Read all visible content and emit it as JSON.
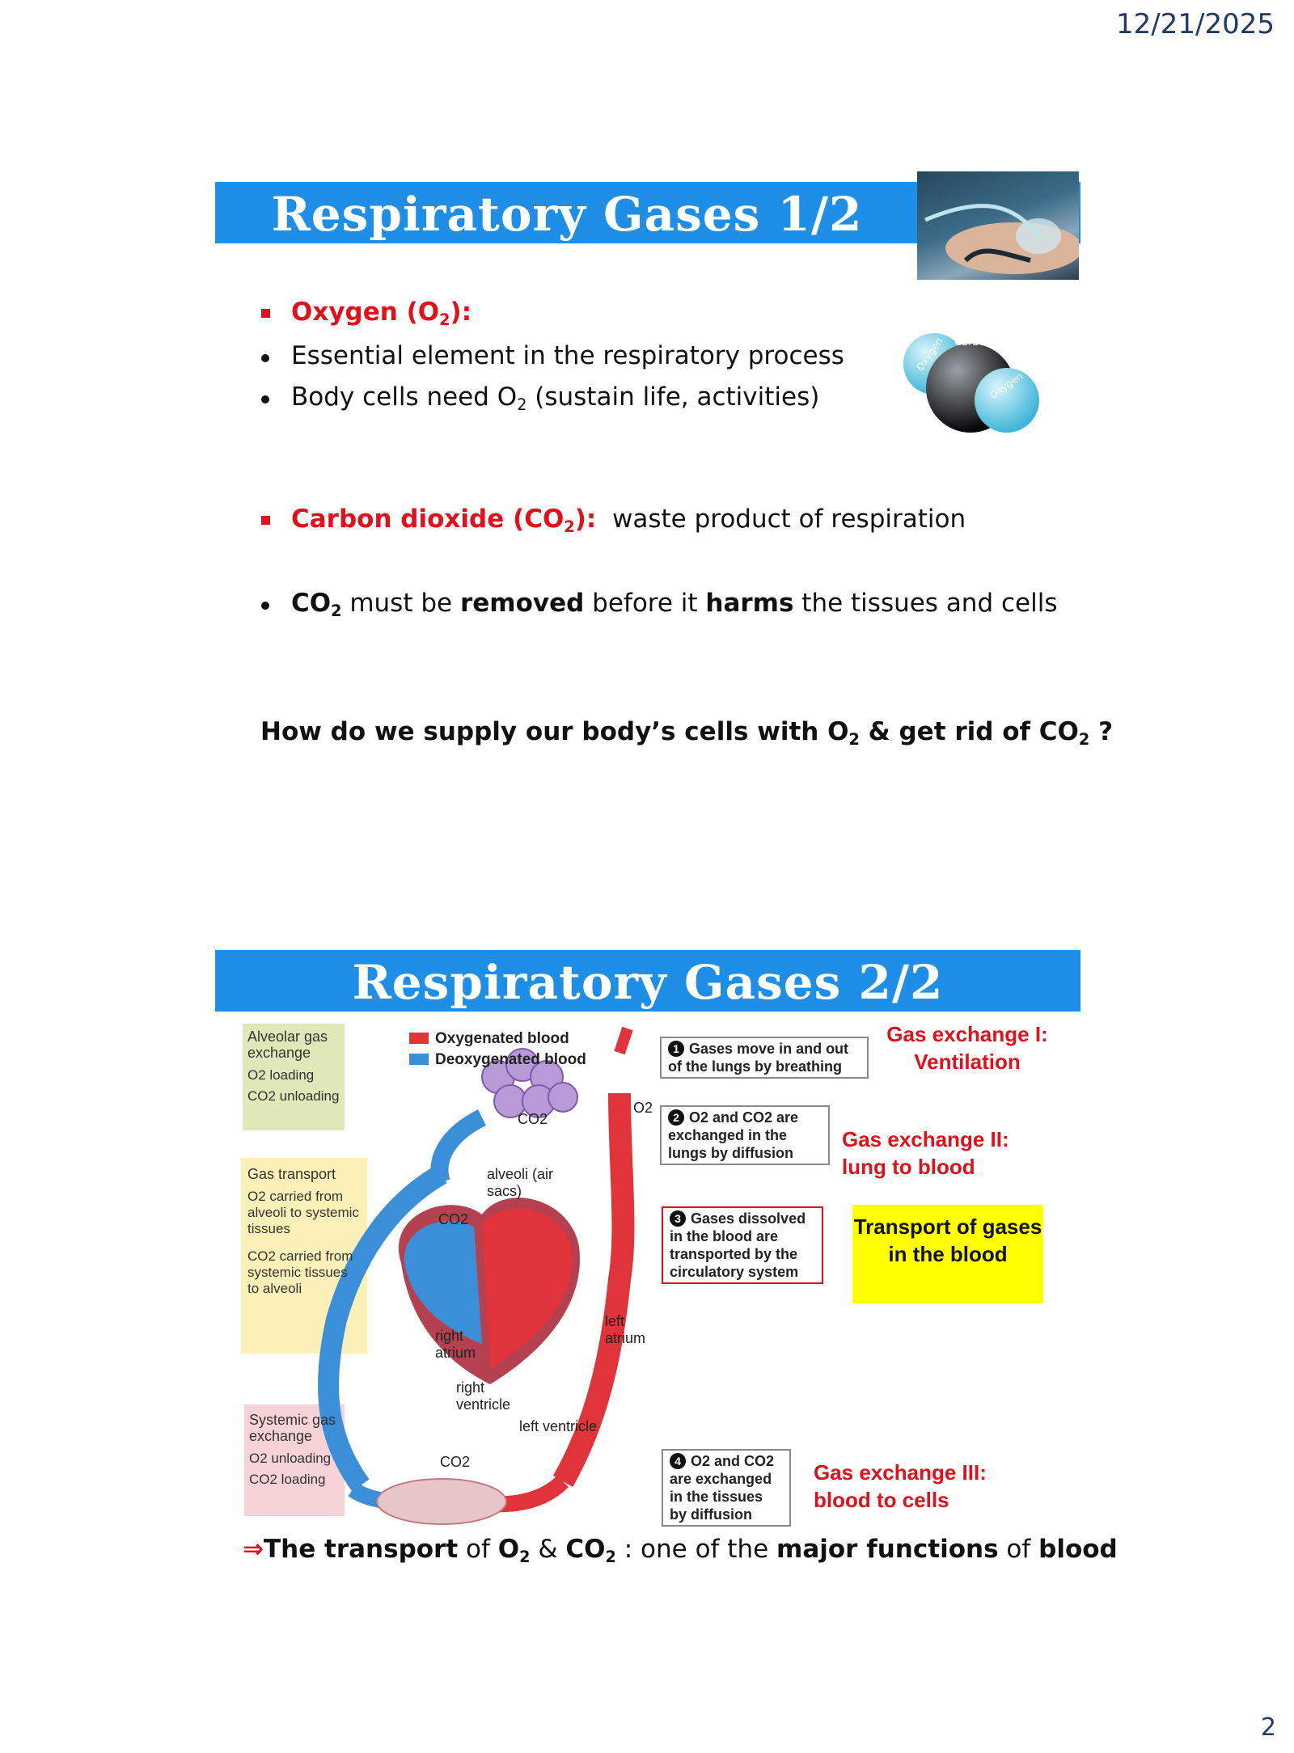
{
  "header": {
    "date": "12/21/2025"
  },
  "footer": {
    "page_number": "2"
  },
  "slide1": {
    "title": "Respiratory  Gases 1/2",
    "oxygen_heading": "Oxygen (O",
    "oxygen_heading_sub": "2",
    "oxygen_heading_end": "):",
    "oxygen_points": [
      "Essential element in the respiratory process",
      "Body cells need O",
      "2",
      " (sustain life, activities)"
    ],
    "molecule_labels": [
      "Oxygen",
      "Carbon",
      "Oxygen"
    ],
    "co2_heading": "Carbon dioxide (CO",
    "co2_heading_sub": "2",
    "co2_heading_end": "):",
    "co2_desc": "waste product of respiration",
    "co2_point": {
      "a": "CO",
      "a_sub": "2",
      "b": " must be ",
      "c": "removed",
      "d": " before it ",
      "e": "harms",
      "f": " the tissues and cells"
    },
    "question": {
      "a": "How do we supply our body’s cells with O",
      "a_sub": "2",
      "b": "  & get rid of CO",
      "b_sub": "2",
      "c": " ?"
    }
  },
  "slide2": {
    "title": "Respiratory  Gases 2/2",
    "sidebar": {
      "alveolar": {
        "heading": "Alveolar gas exchange",
        "items": [
          "O2 loading",
          "CO2 unloading"
        ]
      },
      "transport": {
        "heading": "Gas transport",
        "items": [
          "O2 carried from alveoli to systemic tissues",
          "CO2 carried from systemic tissues to alveoli"
        ]
      },
      "systemic": {
        "heading": "Systemic gas exchange",
        "items": [
          "O2 unloading",
          "CO2 loading"
        ]
      }
    },
    "legend": {
      "oxygenated": "Oxygenated blood",
      "deoxygenated": "Deoxygenated blood"
    },
    "colors": {
      "oxygenated": "#e0333a",
      "deoxygenated": "#3b8fd8",
      "accent": "#1e8ee6",
      "highlight": "#ffff00"
    },
    "heart_labels": {
      "alveoli": "alveoli (air sacs)",
      "right_atrium": "right atrium",
      "left_atrium": "left atrium",
      "right_ventricle": "right ventricle",
      "left_ventricle": "left ventricle",
      "co2": "CO2",
      "o2": "O2"
    },
    "steps": [
      {
        "num": "1",
        "text": "Gases move in and out of the lungs by breathing"
      },
      {
        "num": "2",
        "text": "O2 and CO2 are exchanged in the lungs by diffusion"
      },
      {
        "num": "3",
        "text": "Gases dissolved in the blood are transported by the circulatory system"
      },
      {
        "num": "4",
        "text": "O2 and CO2 are exchanged in the tissues by diffusion"
      }
    ],
    "annotations": {
      "ex1": "Gas exchange I: Ventilation",
      "ex2": "Gas exchange II: lung to blood",
      "transport": "Transport of gases in the blood",
      "ex3": "Gas exchange III: blood to cells"
    },
    "bottom": {
      "arrow": "⇒",
      "a": "The transport",
      "b": " of ",
      "c": "O",
      "c_sub": "2",
      "d": " & ",
      "e": "CO",
      "e_sub": "2",
      "f": " : one of the ",
      "g": "major functions",
      "h": " of  ",
      "i": "blood"
    }
  }
}
